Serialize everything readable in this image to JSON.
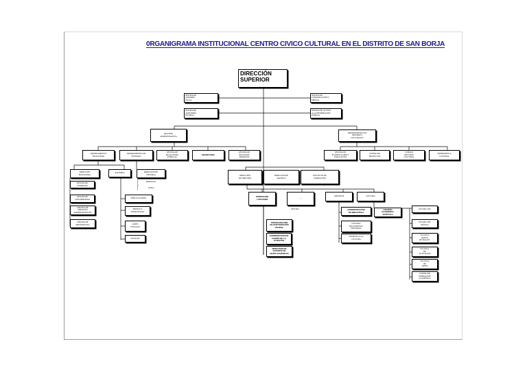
{
  "title": "0RGANIGRAMA INSTITUCIONAL CENTRO CIVICO CULTURAL EN EL DISTRITO DE SAN BORJA",
  "root": "DIRECCIÓN SUPERIOR",
  "staff_left": [
    "OFICINA DE\nASESORÍA\nLEGAL",
    "OFICINA DE\nAUDITORÍA\nINTERNA"
  ],
  "staff_right": [
    "OFICINA DE\nCOMUNICACIÓN Y\nPRENSA",
    "OFICINA DE ACCESO\nA LA INFORMACIÓN\nPÚBLICA"
  ],
  "division_admin": "DIVISIÓN\nADMINISTRATIVA",
  "division_deportes": "DEPARTAMENTO DE\nDEPORTES\nCULTURALES",
  "admin_departments": [
    "DEPARTAMENTO\nFINANCIERO",
    "DEPARTAMENTO DE\nSISTEMAS",
    "OFICINA DE\nRELACIONES\nPÚBLICAS",
    "SECRETARIA",
    "OFICINA DE\nRECURSOS\nHUMANOS"
  ],
  "dep_departments": [
    "OFICINA DE\nPLANIFICACIÓN Y\nEVALUACIÓN",
    "CENTRO DE\nPROYECTOS",
    "UNIDAD\nDIFUSIÓN\nCULTURAL",
    "INFORMÁTICA\nCULTURAL"
  ],
  "finance_sub": [
    "DIRECCIÓN\nFINANCIERA",
    "OFICINA DE\nTESORERÍA",
    "OFICINA DE\nCONTABILIDAD",
    "OFICINA DE\nSERVICIOS\nADMINISTRATIVOS",
    "OFICINA DE\nPRESUPUESTO"
  ],
  "asesores": "ASESORES",
  "sistemas_sub": [
    "DIRECCIÓN DE\nSISTEMAS",
    "MODULOS",
    "OTRA"
  ],
  "publicaciones_sub": [
    "PUBLICACIONES",
    "PRENSA Y\nENTREVISTAS",
    "ARTES\nVISUALES",
    "EVENTOS"
  ],
  "directions": [
    "DIRECCIÓN\nDE DIFUSIÓN",
    "DIRECCIÓN DE\nARCHIVO",
    "INSTITUTO DE\nFORMACIÓN"
  ],
  "difusion_sub": [
    "PROMOCIÓN\nY DIFUSIÓN",
    "—",
    "ARCHIVOS",
    "CULTURA"
  ],
  "promocion_sub": [
    "PROGRAMACIÓN\nDE PARTICIPACIÓN\nVECINAL",
    "COORDINACIÓN DE\nCOMITÉ DE LA\nJUVENTUD",
    "DIRECCIÓN DE\nSOPORTE DE\nARTES ESCÉNICAS"
  ],
  "misc_box": "OFICINA",
  "archivo_sub": [
    "ADMINISTRACIÓN\nDE BIBLIOTECA",
    "CENTRAL\nDOCUMENTAL\nEDITORIAL",
    "FOMENTO A LA\nLECTURA"
  ],
  "gestion": "GESTIÓN\nACADÉMICA\nARTÍSTICA",
  "formacion_sub": [
    "ESCUELA DE",
    "ESCUELA DE\nMÚSICA",
    "ESCUELA\nDANZA\nDE BALLET",
    "ESCUELA\nDE\nACTUACIÓN",
    "ESCUELA\nDE\nARTES",
    "CENTRO DE\nFORMACIÓN\nACADÉMICA"
  ]
}
